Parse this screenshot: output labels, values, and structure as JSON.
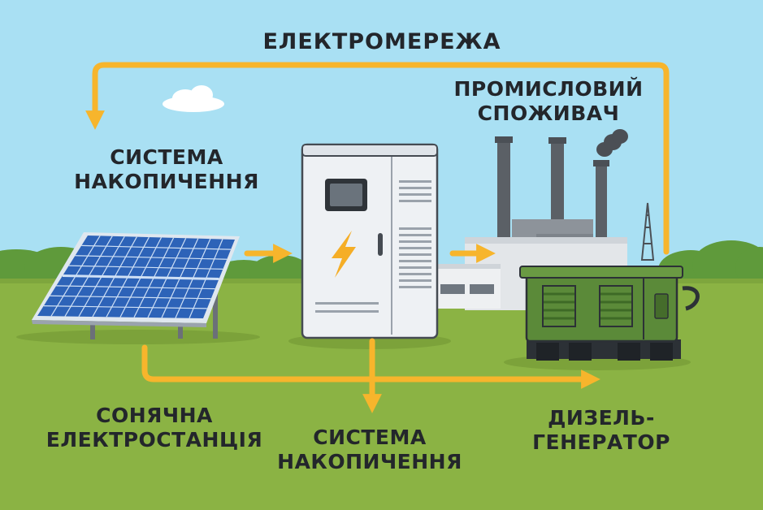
{
  "labels": {
    "grid": "ЕЛЕКТРОМЕРЕЖА",
    "consumer": [
      "ПРОМИСЛОВИЙ",
      "СПОЖИВАЧ"
    ],
    "storage_top": [
      "СИСТЕМА",
      "НАКОПИЧЕННЯ"
    ],
    "solar": [
      "СОНЯЧНА",
      "ЕЛЕКТРОСТАНЦІЯ"
    ],
    "storage_bottom": [
      "СИСТЕМА",
      "НАКОПИЧЕННЯ"
    ],
    "diesel": [
      "ДИЗЕЛЬ-",
      "ГЕНЕРАТОР"
    ]
  },
  "colors": {
    "sky": "#a9e0f3",
    "grass": "#8bb344",
    "tree_line": "#5f9a3b",
    "flow_arrow": "#f7b52c",
    "solar_cell": "#2d63b8",
    "cabinet": "#eef1f4",
    "generator": "#5b8a39",
    "factory": "#e3e6e9",
    "text": "#23262b"
  },
  "icons": {
    "cabinet_symbol": "lightning-bolt-icon"
  }
}
